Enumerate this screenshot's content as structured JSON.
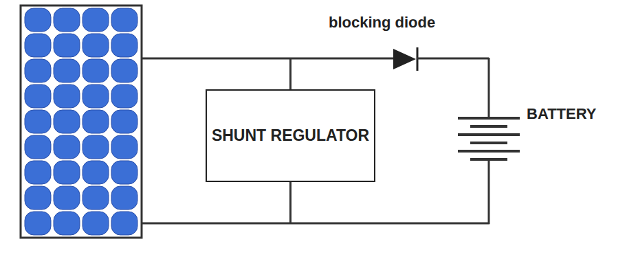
{
  "diagram": {
    "nodes": [
      {
        "text": [
          "SHUNT REGULATOR"
        ]
      }
    ],
    "labels": [
      "blocking diode",
      "BATTERY"
    ]
  }
}
